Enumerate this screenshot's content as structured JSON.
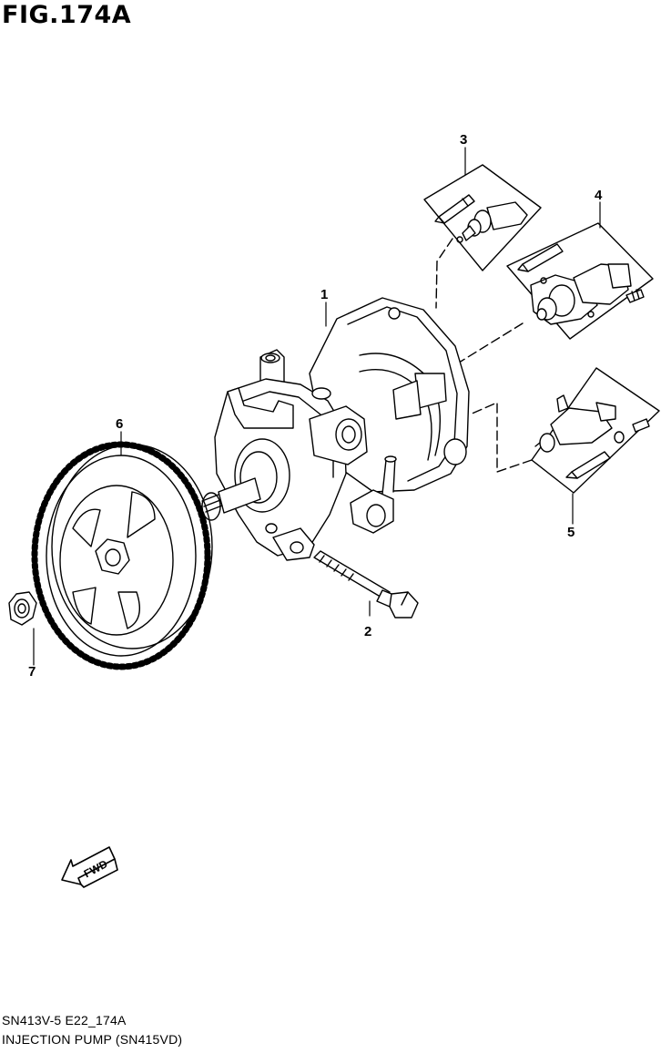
{
  "figure": {
    "title": "FIG.174A",
    "code": "SN413V-5 E22_174A",
    "name": "INJECTION PUMP (SN415VD)"
  },
  "callouts": [
    {
      "id": "1",
      "label": "1"
    },
    {
      "id": "2",
      "label": "2"
    },
    {
      "id": "3",
      "label": "3"
    },
    {
      "id": "4",
      "label": "4"
    },
    {
      "id": "5",
      "label": "5"
    },
    {
      "id": "6",
      "label": "6"
    },
    {
      "id": "7",
      "label": "7"
    }
  ],
  "direction_marker": {
    "label": "FWD"
  }
}
